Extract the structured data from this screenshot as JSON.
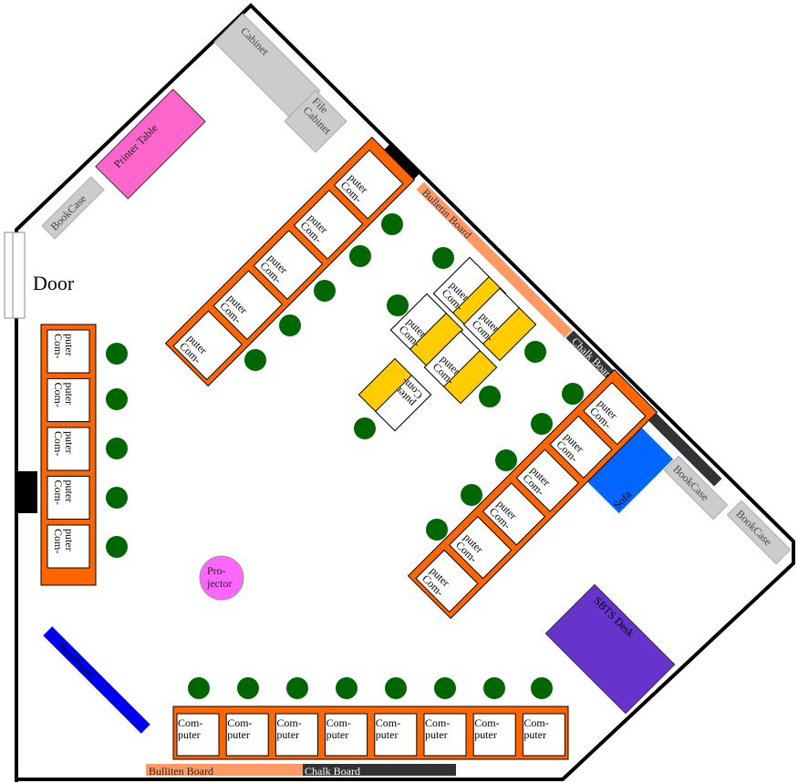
{
  "room": {
    "door_label": "Door",
    "computer_label": "Com-puter",
    "projector_label": "Pro-jector",
    "colors": {
      "wall": "#000000",
      "desk_table": "#ff6600",
      "computer_bg": "#ffffff",
      "yellow_desk": "#ffcc00",
      "chair": "#006600",
      "cabinet_gray": "#cccccc",
      "printer_table": "#ff66cc",
      "bulletin_board": "#ff9966",
      "chalk_board": "#333333",
      "sofa": "#0066ff",
      "sbts_desk": "#6633cc",
      "smartboard": "#0000ee",
      "projector": "#ff66ff"
    }
  },
  "furniture": {
    "cabinet": "Cabinet",
    "file_cabinet_line1": "File",
    "file_cabinet_line2": "Cabinet",
    "printer_table": "Printer Table",
    "bookcase_left": "BookCase",
    "bookcase_right_1": "BookCase",
    "bookcase_right_2": "BookCase",
    "bulletin_board_diag": "Bulletin Board",
    "chalk_board_diag": "Chalk Board",
    "sofa": "Sofa",
    "sbts_desk": "SBTS Desk",
    "smartboard": "Smartboard",
    "bulletin_board_bottom": "Bulliten Board",
    "chalk_board_bottom": "Chalk Board"
  }
}
